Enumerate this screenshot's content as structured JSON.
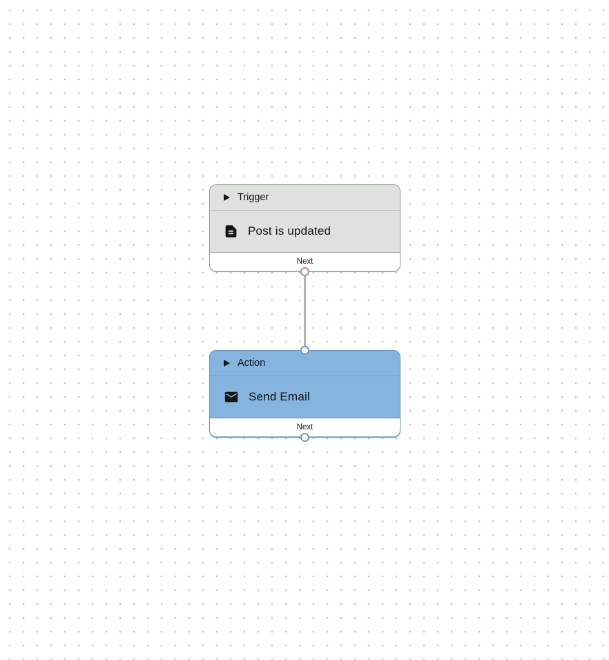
{
  "canvas": {
    "background": "#ffffff",
    "dot_color": "#c6c6c6"
  },
  "edge": {
    "color": "#b3b3b3"
  },
  "nodes": [
    {
      "kind_label": "Trigger",
      "title": "Post is updated",
      "footer_label": "Next",
      "icon": "document-icon",
      "colors": {
        "bg": "#dde3dc",
        "border": "#9b9b9b",
        "divider": "#b4bbb3",
        "port_ring": "#b48ab8"
      }
    },
    {
      "kind_label": "Action",
      "title": "Send Email",
      "footer_label": "Next",
      "icon": "email-icon",
      "colors": {
        "bg": "#85b4df",
        "border": "#6792bb",
        "divider": "#6e9cc5",
        "port_ring": "#7095ba"
      }
    }
  ]
}
